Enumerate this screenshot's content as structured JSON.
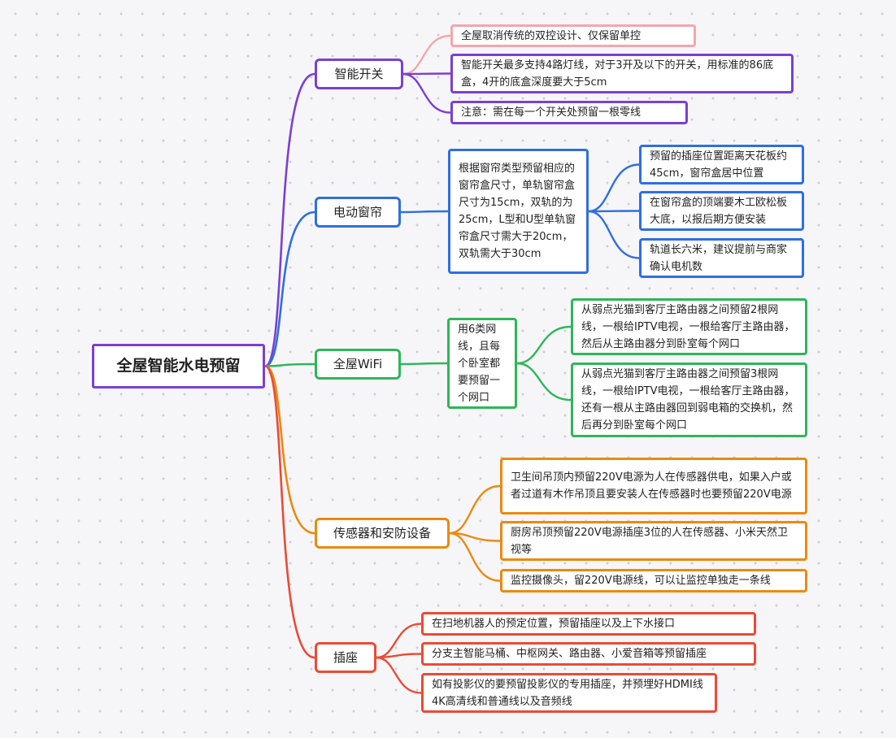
{
  "colors": {
    "purple": "#7b3fd4",
    "pink": "#f2a7ad",
    "blue": "#2f6fe0",
    "green": "#2fb659",
    "orange": "#ea8a10",
    "red": "#ea4b35"
  },
  "root": {
    "label": "全屋智能水电预留"
  },
  "branches": {
    "switch": {
      "label": "智能开关",
      "items": [
        "全屋取消传统的双控设计、仅保留单控",
        "智能开关最多支持4路灯线，对于3开及以下的开关，用标准的86底盒，4开的底盒深度要大于5cm",
        "注意：需在每一个开关处预留一根零线"
      ]
    },
    "curtain": {
      "label": "电动窗帘",
      "mid": "根据窗帘类型预留相应的窗帘盒尺寸，单轨窗帘盒尺寸为15cm，双轨的为25cm，L型和U型单轨窗帘盒尺寸需大于20cm，双轨需大于30cm",
      "items": [
        "预留的插座位置距离天花板约45cm，窗帘盒居中位置",
        "在窗帘盒的顶端要木工欧松板大底，以报后期方便安装",
        "轨道长六米，建议提前与商家确认电机数"
      ]
    },
    "wifi": {
      "label": "全屋WiFi",
      "mid": "用6类网线，且每个卧室都要预留一个网口",
      "items": [
        "从弱点光猫到客厅主路由器之间预留2根网线，一根给IPTV电视，一根给客厅主路由器，然后从主路由器分到卧室每个网口",
        "从弱点光猫到客厅主路由器之间预留3根网线，一根给IPTV电视，一根给客厅主路由器，还有一根从主路由器回到弱电箱的交换机，然后再分到卧室每个网口"
      ]
    },
    "sensor": {
      "label": "传感器和安防设备",
      "items": [
        "卫生间吊顶内预留220V电源为人在传感器供电，如果入户或者过道有木作吊顶且要安装人在传感器时也要预留220V电源",
        "厨房吊顶预留220V电源插座3位的人在传感器、小米天然卫视等",
        "监控摄像头，留220V电源线，可以让监控单独走一条线"
      ]
    },
    "socket": {
      "label": "插座",
      "items": [
        "在扫地机器人的预定位置，预留插座以及上下水接口",
        "分支主智能马桶、中枢网关、路由器、小爱音箱等预留插座",
        "如有投影仪的要预留投影仪的专用插座，并预埋好HDMI线4K高清线和普通线以及音频线"
      ]
    }
  }
}
